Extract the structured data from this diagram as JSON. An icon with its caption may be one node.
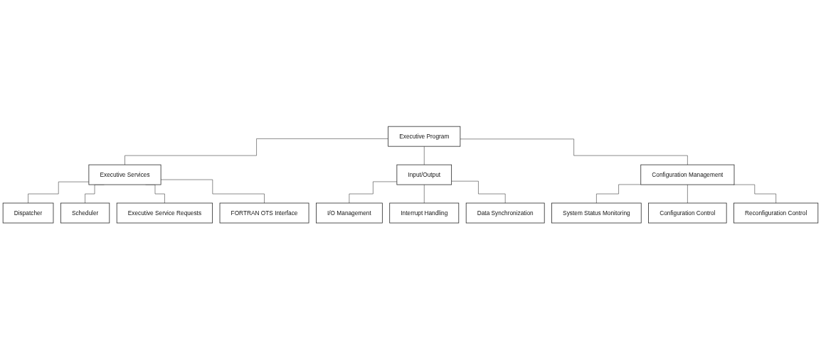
{
  "diagram": {
    "nodes": [
      {
        "text": [
          "Executive Program"
        ]
      },
      {
        "text": [
          "Executive Services"
        ]
      },
      {
        "text": [
          "Input/Output"
        ]
      },
      {
        "text": [
          "Configuration Management"
        ]
      },
      {
        "text": [
          "Dispatcher"
        ]
      },
      {
        "text": [
          "Scheduler"
        ]
      },
      {
        "text": [
          "Executive Service Requests"
        ]
      },
      {
        "text": [
          "FORTRAN OTS Interface"
        ]
      },
      {
        "text": [
          "I/O Management"
        ]
      },
      {
        "text": [
          "Interrupt Handling"
        ]
      },
      {
        "text": [
          "Data Synchronization"
        ]
      },
      {
        "text": [
          "System Status Monitoring"
        ]
      },
      {
        "text": [
          "Configuration Control"
        ]
      },
      {
        "text": [
          "Reconfiguration Control"
        ]
      }
    ],
    "edges": [
      {
        "from": 0,
        "to": 1,
        "arrow": "none"
      },
      {
        "from": 0,
        "to": 2,
        "arrow": "none"
      },
      {
        "from": 0,
        "to": 3,
        "arrow": "none"
      },
      {
        "from": 1,
        "to": 4,
        "arrow": "none"
      },
      {
        "from": 1,
        "to": 5,
        "arrow": "none"
      },
      {
        "from": 1,
        "to": 6,
        "arrow": "none"
      },
      {
        "from": 1,
        "to": 7,
        "arrow": "none"
      },
      {
        "from": 2,
        "to": 8,
        "arrow": "none"
      },
      {
        "from": 2,
        "to": 9,
        "arrow": "none"
      },
      {
        "from": 2,
        "to": 10,
        "arrow": "none"
      },
      {
        "from": 3,
        "to": 11,
        "arrow": "none"
      },
      {
        "from": 3,
        "to": 12,
        "arrow": "none"
      },
      {
        "from": 3,
        "to": 13,
        "arrow": "none"
      }
    ]
  }
}
